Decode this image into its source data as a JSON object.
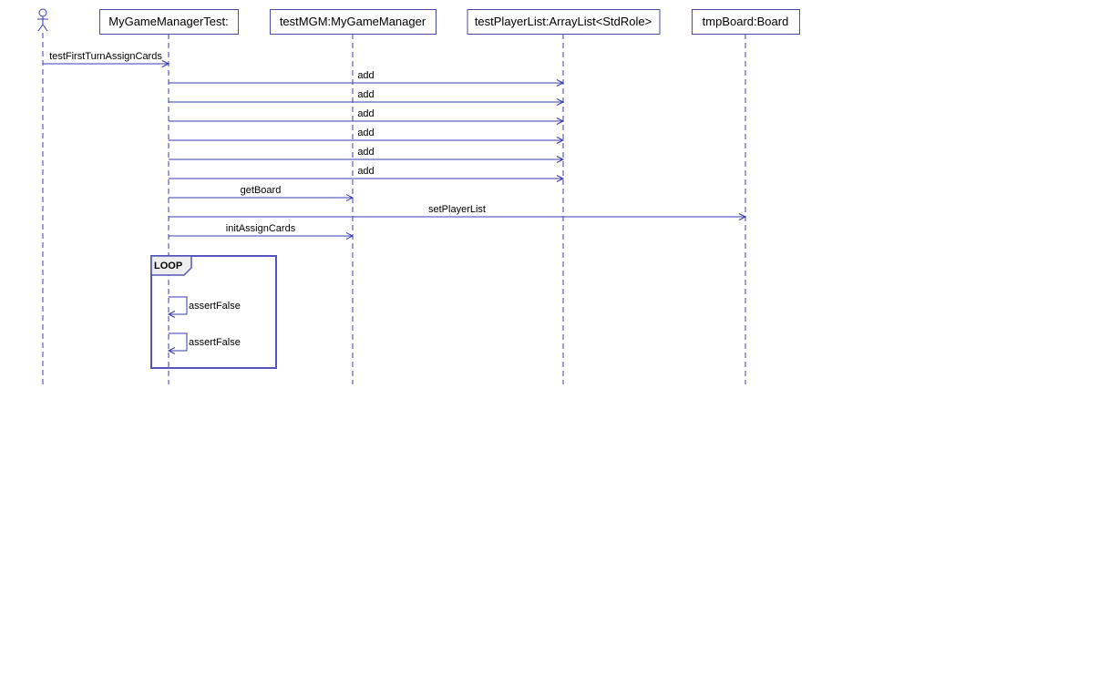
{
  "actor": {
    "name": ""
  },
  "lifelines": [
    {
      "label": "MyGameManagerTest:"
    },
    {
      "label": "testMGM:MyGameManager"
    },
    {
      "label": "testPlayerList:ArrayList<StdRole>"
    },
    {
      "label": "tmpBoard:Board"
    }
  ],
  "messages": [
    {
      "from": "actor",
      "to": 0,
      "label": "testFirstTurnAssignCards"
    },
    {
      "from": 0,
      "to": 2,
      "label": "add"
    },
    {
      "from": 0,
      "to": 2,
      "label": "add"
    },
    {
      "from": 0,
      "to": 2,
      "label": "add"
    },
    {
      "from": 0,
      "to": 2,
      "label": "add"
    },
    {
      "from": 0,
      "to": 2,
      "label": "add"
    },
    {
      "from": 0,
      "to": 2,
      "label": "add"
    },
    {
      "from": 0,
      "to": 1,
      "label": "getBoard"
    },
    {
      "from": 0,
      "to": 3,
      "label": "setPlayerList"
    },
    {
      "from": 0,
      "to": 1,
      "label": "initAssignCards"
    }
  ],
  "fragment": {
    "operator": "LOOP",
    "self_messages": [
      {
        "on": 0,
        "label": "assertFalse"
      },
      {
        "on": 0,
        "label": "assertFalse"
      }
    ]
  },
  "colors": {
    "line": "#3b3bb3",
    "fragment_border": "#5555bb",
    "box_border": "#4a4aa8"
  }
}
